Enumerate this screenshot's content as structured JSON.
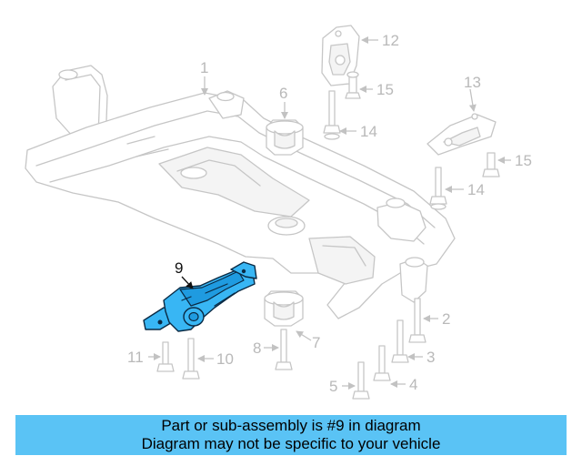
{
  "diagram": {
    "highlighted_part": "9",
    "highlight_color": "#38b6f4",
    "callouts": {
      "c1": "1",
      "c2": "2",
      "c3": "3",
      "c4": "4",
      "c5": "5",
      "c6": "6",
      "c7": "7",
      "c8": "8",
      "c9": "9",
      "c10": "10",
      "c11": "11",
      "c12": "12",
      "c13": "13",
      "c14a": "14",
      "c14b": "14",
      "c15a": "15",
      "c15b": "15"
    }
  },
  "banner": {
    "color": "#5ac3f5",
    "line1": "Part or sub-assembly is #9 in diagram",
    "line2": "Diagram may not be specific to your vehicle"
  }
}
